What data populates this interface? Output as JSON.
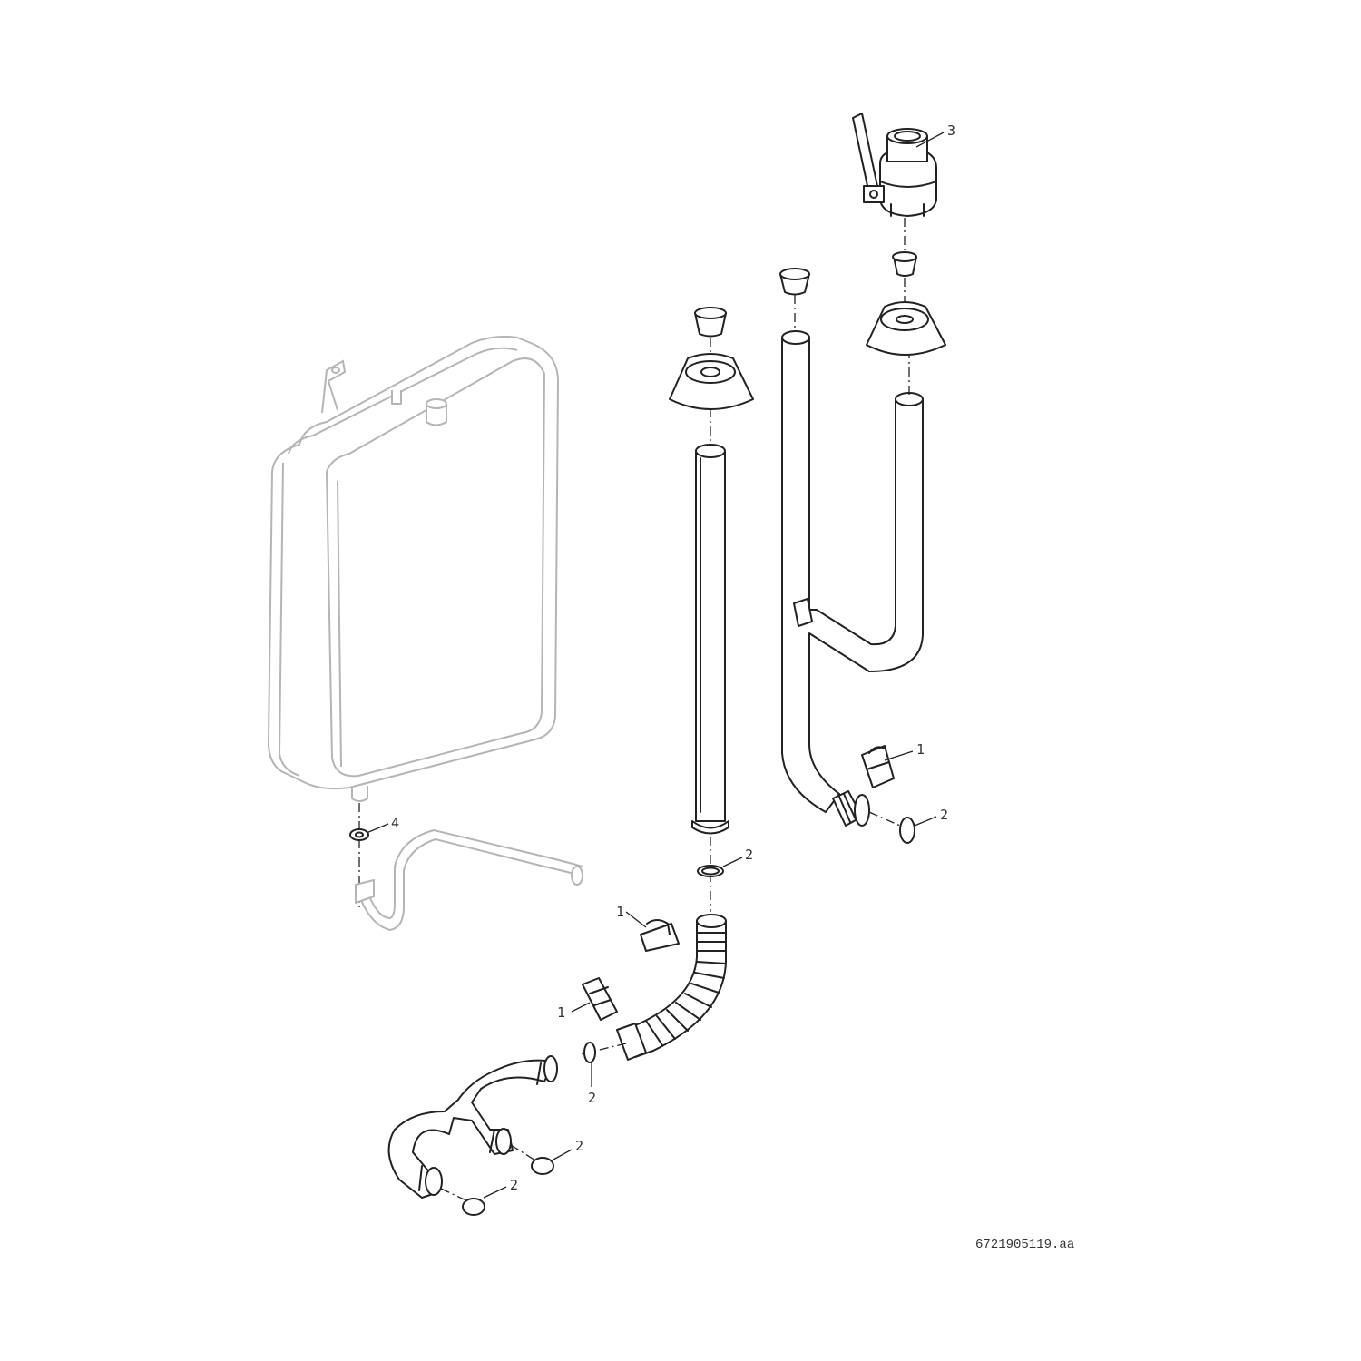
{
  "callouts": {
    "valve": "3",
    "clip_right": "1",
    "oring_right": "2",
    "washer_tank": "4",
    "oring_center": "2",
    "clip_center": "1",
    "clip_lower": "1",
    "oring_hose": "2",
    "oring_u_upper": "2",
    "oring_u_lower": "2"
  },
  "drawing_number": "6721905119.aa"
}
